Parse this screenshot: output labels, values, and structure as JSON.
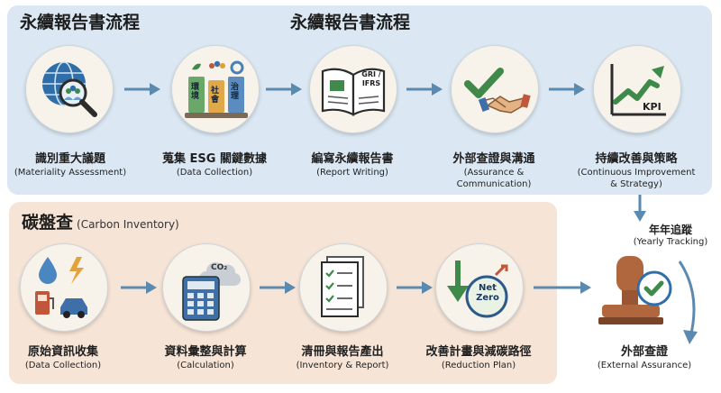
{
  "esg": {
    "title_left": "永續報告書流程",
    "title_center": "永續報告書流程",
    "steps": [
      {
        "zh": "識別重大議題",
        "en": "(Materiality Assessment)"
      },
      {
        "zh": "蒐集 ESG 關鍵數據",
        "en": "(Data Collection)"
      },
      {
        "zh": "編寫永續報告書",
        "en": "(Report Writing)"
      },
      {
        "zh": "外部查證與溝通",
        "en": "(Assurance &\nCommunication)"
      },
      {
        "zh": "持續改善與策略",
        "en": "(Continuous Improvement\n& Strategy)"
      }
    ],
    "pillars": [
      "環境",
      "社會",
      "治理"
    ],
    "book_text": [
      "GRI /",
      "IFRS"
    ],
    "kpi_text": "KPI"
  },
  "carbon": {
    "title": "碳盤查",
    "title_sub": "(Carbon Inventory)",
    "steps": [
      {
        "zh": "原始資訊收集",
        "en": "(Data Collection)"
      },
      {
        "zh": "資料彙整與計算",
        "en": "(Calculation)"
      },
      {
        "zh": "清冊與報告產出",
        "en": "(Inventory & Report)"
      },
      {
        "zh": "改善計畫與減碳路徑",
        "en": "(Reduction Plan)"
      }
    ],
    "co2_text": "CO₂",
    "netzero_text": [
      "Net",
      "Zero"
    ]
  },
  "tracking": {
    "zh": "年年追蹤",
    "en": "(Yearly Tracking)"
  },
  "assurance": {
    "zh": "外部查證",
    "en": "(External Assurance)"
  },
  "colors": {
    "top_panel": "#dbe8f3",
    "bottom_panel": "#f6e4d6",
    "arrow": "#5b8ab0",
    "green": "#3f8a4a",
    "stamp": "#b0673e"
  }
}
